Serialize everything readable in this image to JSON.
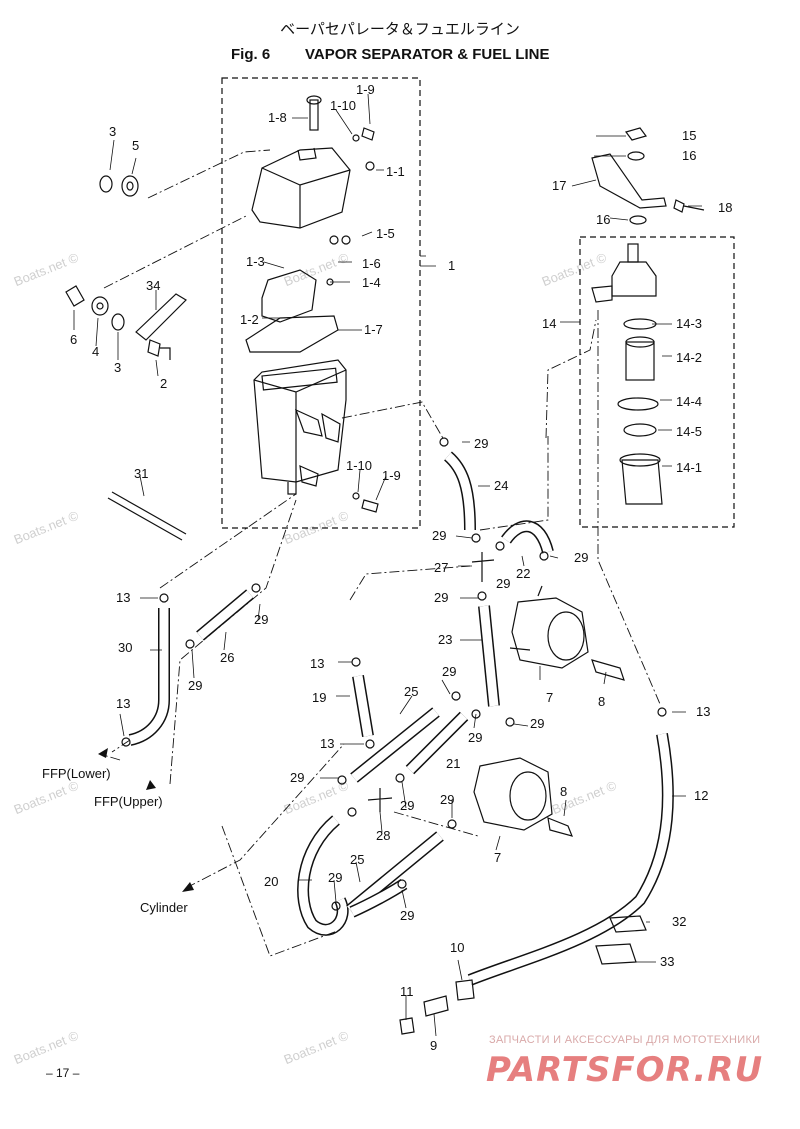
{
  "header": {
    "jp_title": "ベーパセパレータ＆フュエルライン",
    "fig_no": "Fig. 6",
    "title": "VAPOR SEPARATOR & FUEL LINE"
  },
  "callouts": {
    "p3": "3",
    "p5": "5",
    "p1_8": "1-8",
    "p1_10a": "1-10",
    "p1_9a": "1-9",
    "p1_1": "1-1",
    "p1_5": "1-5",
    "p1_3": "1-3",
    "p1_6": "1-6",
    "p1": "1",
    "p1_4": "1-4",
    "p34": "34",
    "p1_2": "1-2",
    "p1_7": "1-7",
    "p6": "6",
    "p4": "4",
    "p3b": "3",
    "p2": "2",
    "p29a": "29",
    "p1_10b": "1-10",
    "p1_9b": "1-9",
    "p24": "24",
    "p31": "31",
    "p15": "15",
    "p16a": "16",
    "p17": "17",
    "p18": "18",
    "p16b": "16",
    "p14": "14",
    "p14_3": "14-3",
    "p14_2": "14-2",
    "p14_4": "14-4",
    "p14_5": "14-5",
    "p14_1": "14-1",
    "p29b": "29",
    "p22": "22",
    "p29c": "29",
    "p27": "27",
    "p29d": "29",
    "p29e": "29",
    "p13a": "13",
    "p29f": "29",
    "p30": "30",
    "p26": "26",
    "p29g": "29",
    "p23": "23",
    "p13b": "13",
    "p8a": "8",
    "p7a": "7",
    "p29h": "29",
    "p25a": "25",
    "p19": "19",
    "p13c": "13",
    "p29i": "29",
    "p29j": "29",
    "p13d": "13",
    "p21": "21",
    "p13e": "13",
    "p29k": "29",
    "p29l": "29",
    "p28": "28",
    "p29m": "29",
    "p8b": "8",
    "p12": "12",
    "p7b": "7",
    "p25b": "25",
    "p20": "20",
    "p29n": "29",
    "p29o": "29",
    "p32": "32",
    "p33": "33",
    "p10": "10",
    "p11": "11",
    "p9": "9"
  },
  "destinations": {
    "ffp_lower": "FFP(Lower)",
    "ffp_upper": "FFP(Upper)",
    "cylinder": "Cylinder"
  },
  "watermark": "Boats.net ©",
  "ad": {
    "tagline": "ЗАПЧАСТИ И АКСЕССУАРЫ ДЛЯ МОТОТЕХНИКИ",
    "logo": "PARTSFOR.RU"
  },
  "page_number": "– 17 –"
}
